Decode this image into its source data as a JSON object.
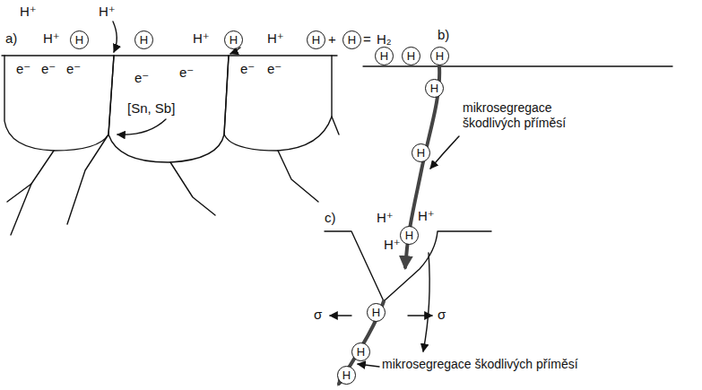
{
  "diagram": {
    "nodes": [
      {
        "text": [
          "H"
        ]
      },
      {
        "text": [
          "H"
        ]
      },
      {
        "text": [
          "H"
        ]
      },
      {
        "text": [
          "H"
        ]
      },
      {
        "text": [
          "H"
        ]
      },
      {
        "text": [
          "H"
        ]
      },
      {
        "text": [
          "H"
        ]
      },
      {
        "text": [
          "H"
        ]
      },
      {
        "text": [
          "H"
        ]
      },
      {
        "text": [
          "H"
        ]
      },
      {
        "text": [
          "H"
        ]
      },
      {
        "text": [
          "H"
        ]
      },
      {
        "text": [
          "H"
        ]
      },
      {
        "text": [
          "H"
        ]
      }
    ],
    "labels": [
      "H⁺",
      "a)",
      "H⁺",
      "H⁺",
      "H⁺",
      "H⁺",
      "+",
      "=",
      "H₂",
      "b)",
      "e⁻",
      "e⁻",
      "e⁻",
      "e⁻",
      "e⁻",
      "e⁻",
      "e⁻",
      "[Sn, Sb]",
      "mikrosegregace škodlivých příměsí",
      "c)",
      "H⁺",
      "H⁺",
      "H⁺",
      "σ",
      "σ",
      "mikrosegregace škodlivých příměsí"
    ]
  }
}
